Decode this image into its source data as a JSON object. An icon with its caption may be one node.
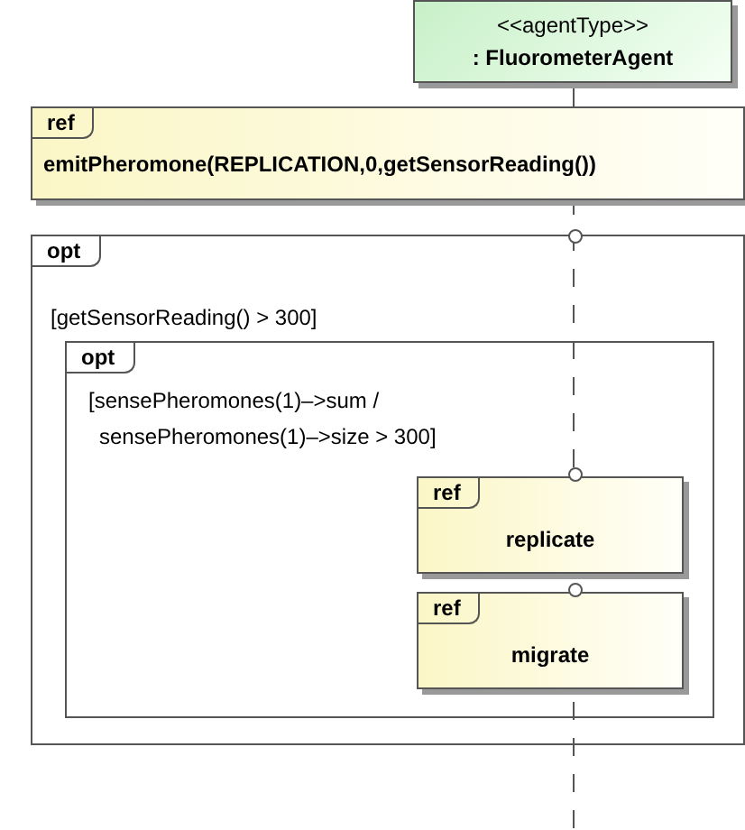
{
  "diagram": {
    "nodes": [
      {
        "text": [
          "<<agentType>>",
          ": FluorometerAgent"
        ]
      },
      {
        "text": [
          "ref",
          "emitPheromone(REPLICATION,0,getSensorReading())"
        ]
      },
      {
        "text": [
          "opt",
          "[getSensorReading() > 300]"
        ]
      },
      {
        "text": [
          "opt",
          "[sensePheromones(1)–>sum / sensePheromones(1)–>size > 300]"
        ],
        "in": 2
      },
      {
        "text": [
          "ref",
          "replicate"
        ],
        "in": 3
      },
      {
        "text": [
          "ref",
          "migrate"
        ],
        "in": 3
      }
    ]
  }
}
